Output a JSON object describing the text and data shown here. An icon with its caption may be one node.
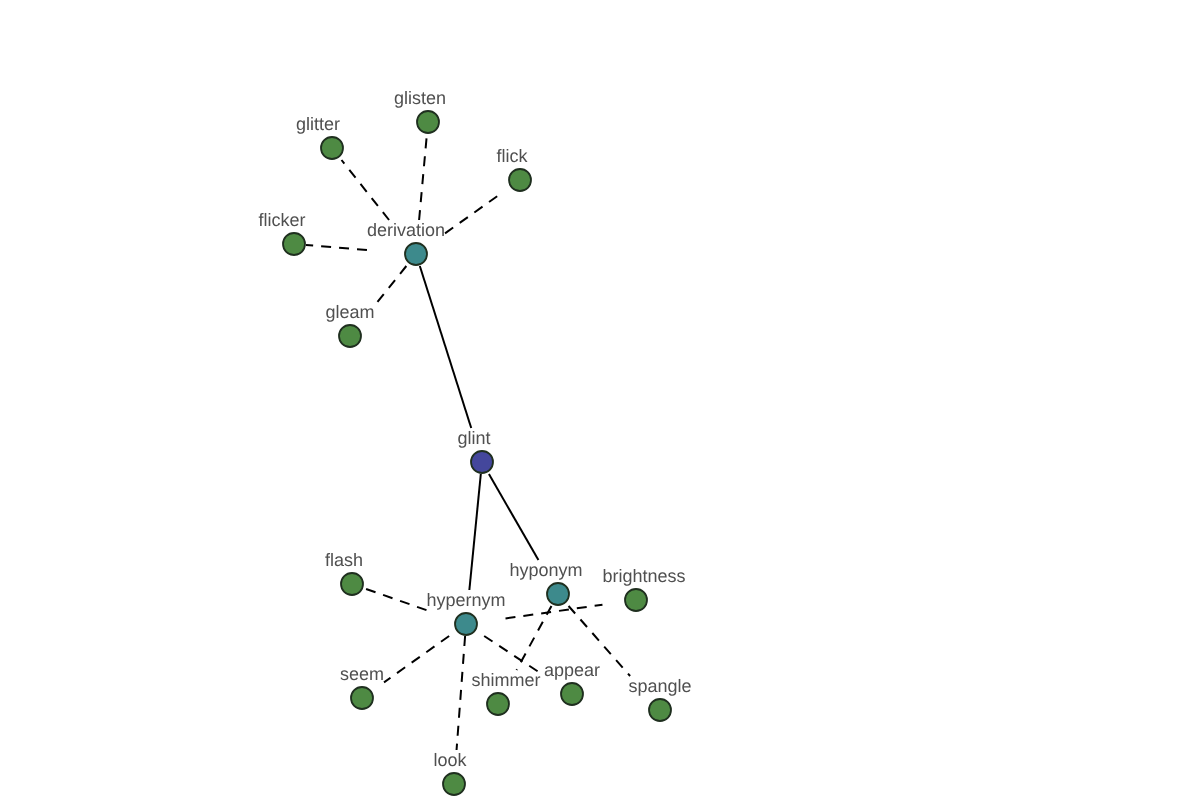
{
  "diagram": {
    "nodes": [
      {
        "text": [
          "glisten"
        ]
      },
      {
        "text": [
          "glitter"
        ]
      },
      {
        "text": [
          "flick"
        ]
      },
      {
        "text": [
          "flicker"
        ]
      },
      {
        "text": [
          "derivation"
        ]
      },
      {
        "text": [
          "gleam"
        ]
      },
      {
        "text": [
          "glint"
        ]
      },
      {
        "text": [
          "flash"
        ]
      },
      {
        "text": [
          "hyponym"
        ]
      },
      {
        "text": [
          "brightness"
        ]
      },
      {
        "text": [
          "hypernym"
        ]
      },
      {
        "text": [
          "seem"
        ]
      },
      {
        "text": [
          "shimmer"
        ]
      },
      {
        "text": [
          "appear"
        ]
      },
      {
        "text": [
          "spangle"
        ]
      },
      {
        "text": [
          "look"
        ]
      }
    ],
    "edges": [
      {
        "from": 6,
        "to": 4,
        "arrow": "none"
      },
      {
        "from": 6,
        "to": 10,
        "arrow": "none"
      },
      {
        "from": 6,
        "to": 8,
        "arrow": "none"
      },
      {
        "from": 4,
        "to": 0,
        "arrow": "none",
        "style": "dashed"
      },
      {
        "from": 4,
        "to": 1,
        "arrow": "none",
        "style": "dashed"
      },
      {
        "from": 4,
        "to": 2,
        "arrow": "none",
        "style": "dashed"
      },
      {
        "from": 4,
        "to": 3,
        "arrow": "none",
        "style": "dashed"
      },
      {
        "from": 4,
        "to": 5,
        "arrow": "none",
        "style": "dashed"
      },
      {
        "from": 10,
        "to": 7,
        "arrow": "none",
        "style": "dashed"
      },
      {
        "from": 10,
        "to": 9,
        "arrow": "none",
        "style": "dashed"
      },
      {
        "from": 10,
        "to": 11,
        "arrow": "none",
        "style": "dashed"
      },
      {
        "from": 10,
        "to": 13,
        "arrow": "none",
        "style": "dashed"
      },
      {
        "from": 10,
        "to": 15,
        "arrow": "none",
        "style": "dashed"
      },
      {
        "from": 8,
        "to": 12,
        "arrow": "none",
        "style": "dashed"
      },
      {
        "from": 8,
        "to": 14,
        "arrow": "none",
        "style": "dashed"
      }
    ]
  }
}
